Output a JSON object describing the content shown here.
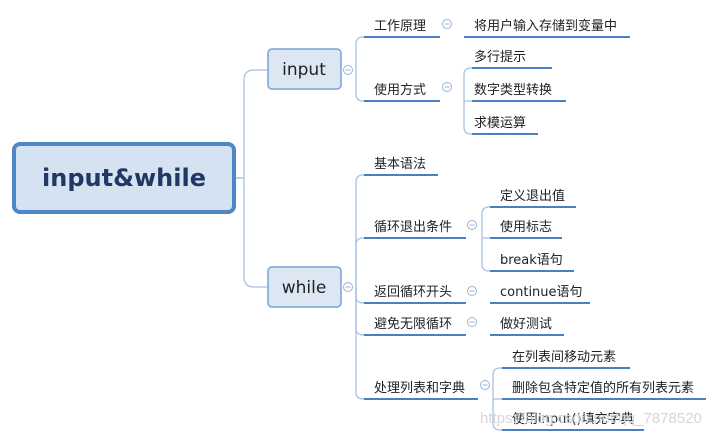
{
  "colors": {
    "line": "#a9c0e2",
    "underline": "#4a7fc4",
    "root_fill": "#d5e2f2",
    "root_border": "#4f86c6",
    "branch_fill": "#dde7f4",
    "branch_border": "#7aa2d6",
    "collapse": "#9bb3d8",
    "text": "#222222",
    "root_text": "#1f3864"
  },
  "root": {
    "label": "input&while"
  },
  "branches": {
    "input": {
      "label": "input",
      "topics": [
        {
          "label": "工作原理",
          "items": [
            "将用户输入存储到变量中"
          ]
        },
        {
          "label": "使用方式",
          "items": [
            "多行提示",
            "数字类型转换",
            "求模运算"
          ]
        }
      ]
    },
    "while": {
      "label": "while",
      "topics": [
        {
          "label": "基本语法",
          "items": []
        },
        {
          "label": "循环退出条件",
          "items": [
            "定义退出值",
            "使用标志",
            "break语句"
          ]
        },
        {
          "label": "返回循环开头",
          "items": [
            "continue语句"
          ]
        },
        {
          "label": "避免无限循环",
          "items": [
            "做好测试"
          ]
        },
        {
          "label": "处理列表和字典",
          "items": [
            "在列表间移动元素",
            "删除包含特定值的所有列表元素",
            "使用input()填充字典"
          ]
        }
      ]
    }
  },
  "watermark": "https://blog.csdn.net/qq_7878520"
}
